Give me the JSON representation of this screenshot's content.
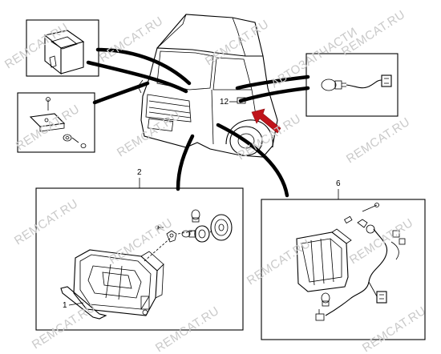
{
  "callouts": {
    "part_1": "1",
    "part_2": "2",
    "part_6": "6",
    "part_12": "12"
  },
  "watermarks": {
    "remcat": "REMCAT.RU",
    "avto": "АВТОЗАПЧАСТИ"
  },
  "colors": {
    "line": "#000000",
    "arrow": "#c0141b",
    "watermark": "#c9c9c9",
    "background": "#ffffff"
  }
}
